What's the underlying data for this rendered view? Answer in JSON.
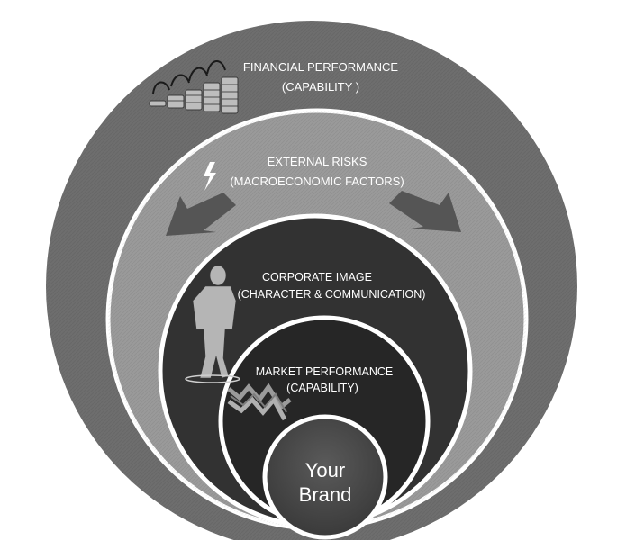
{
  "rings": [
    {
      "id": "financial",
      "title": "FINANCIAL PERFORMANCE",
      "subtitle": "(CAPABILITY )",
      "color": "#6e6e6e"
    },
    {
      "id": "external",
      "title": "EXTERNAL RISKS",
      "subtitle": "(MACROECONOMIC FACTORS)",
      "color": "#9a9a9a"
    },
    {
      "id": "corporate",
      "title": "CORPORATE IMAGE",
      "subtitle": "(CHARACTER & COMMUNICATION)",
      "color": "#323232"
    },
    {
      "id": "market",
      "title": "MARKET PERFORMANCE",
      "subtitle": "(CAPABILITY)",
      "color": "#262626"
    },
    {
      "id": "brand",
      "title": "Your",
      "subtitle": "Brand",
      "color": "#444444"
    }
  ],
  "icons": {
    "coins": "coin-stacks-icon",
    "lightning": "lightning-icon",
    "arrows": "arrow-icon",
    "person": "word-cloud-person-icon",
    "zigzag": "zigzag-chart-icon"
  }
}
